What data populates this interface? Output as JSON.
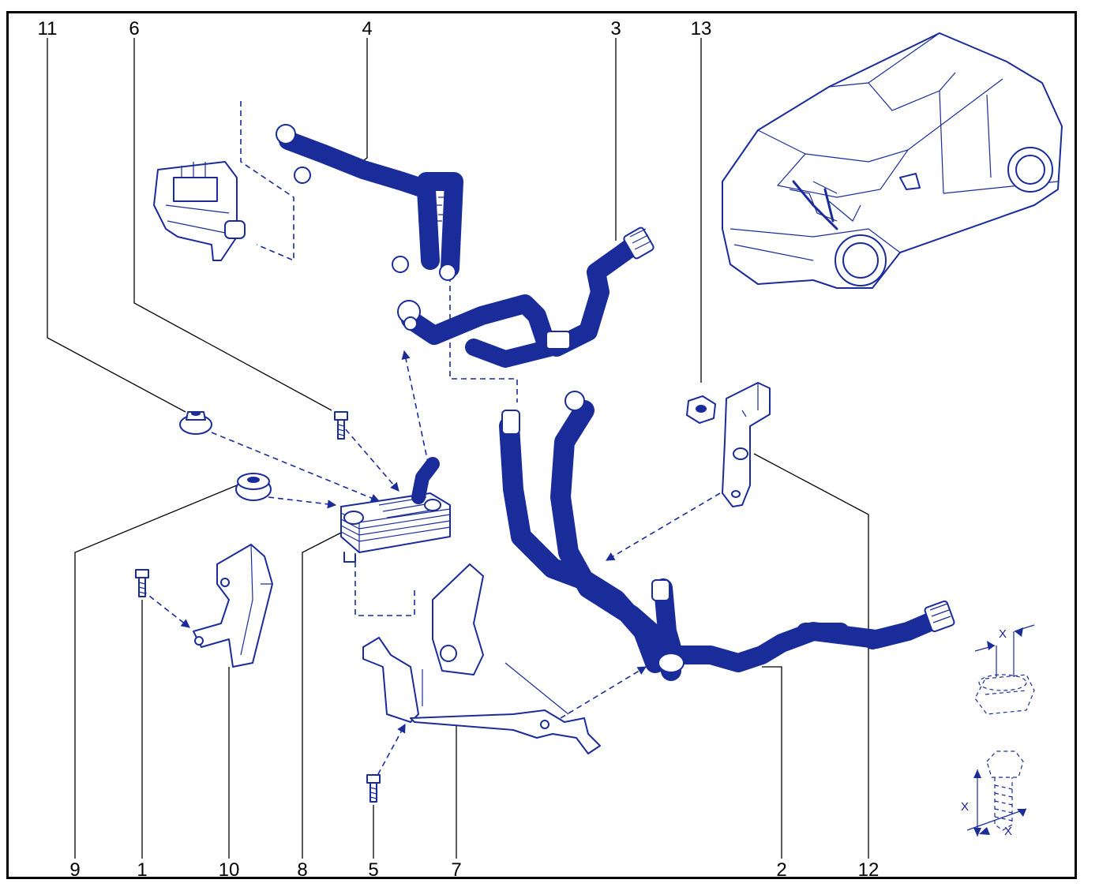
{
  "callouts": [
    "11",
    "6",
    "4",
    "3",
    "13",
    "9",
    "1",
    "10",
    "8",
    "5",
    "7",
    "2",
    "12"
  ],
  "detail_labels": [
    "X",
    "X",
    "X"
  ],
  "colors": {
    "ink": "#1a2c9a",
    "leader": "#000000",
    "frame": "#000000",
    "background": "#ffffff"
  }
}
